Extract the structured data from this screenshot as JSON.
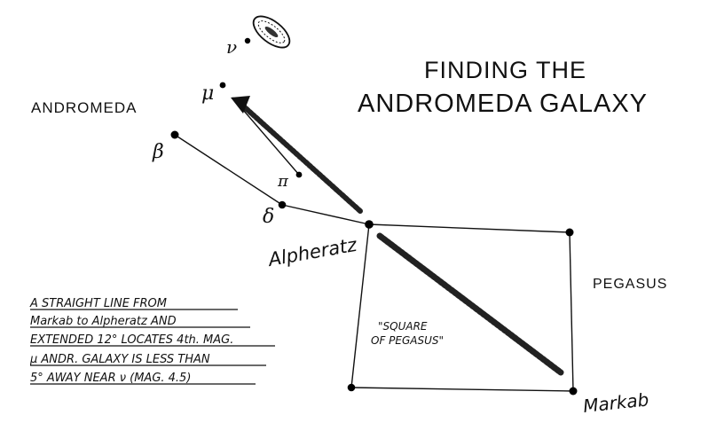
{
  "title": {
    "line1": "FINDING THE",
    "line2": "ANDROMEDA GALAXY"
  },
  "constellations": {
    "andromeda": "ANDROMEDA",
    "pegasus": "PEGASUS"
  },
  "stars": {
    "nu": "ν",
    "mu": "μ",
    "beta": "β",
    "pi": "π",
    "delta": "δ",
    "alpheratz": "Alpheratz",
    "markab": "Markab"
  },
  "square_label": {
    "line1": "\"SQUARE",
    "line2": "OF PEGASUS\""
  },
  "note": {
    "lines": [
      "A STRAIGHT LINE FROM",
      "Markab to Alpheratz AND",
      "EXTENDED 12° LOCATES 4th. MAG.",
      "μ ANDR. GALAXY IS LESS THAN",
      "5° AWAY NEAR ν (MAG. 4.5)"
    ]
  },
  "colors": {
    "ink": "#111111",
    "paper": "#ffffff"
  }
}
